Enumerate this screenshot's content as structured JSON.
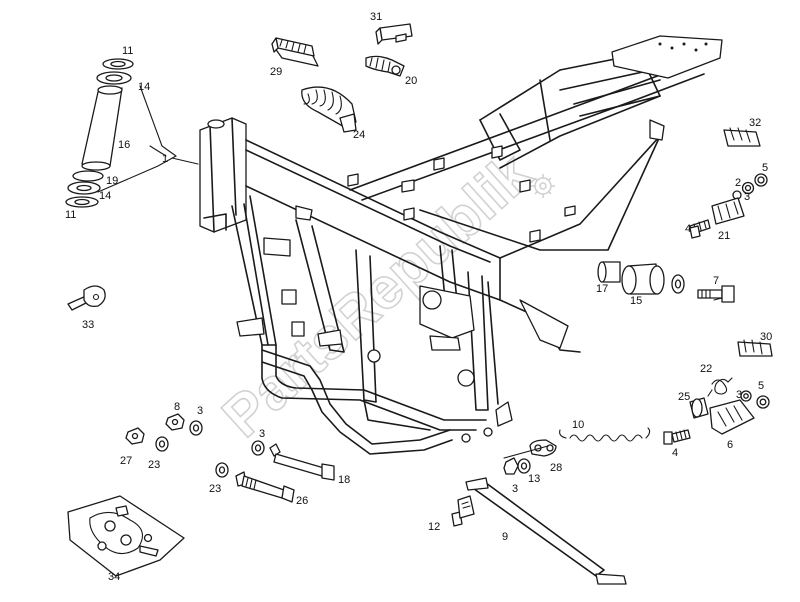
{
  "diagram": {
    "watermark": "PartsRepublik",
    "callouts": [
      {
        "id": "c31",
        "text": "31"
      },
      {
        "id": "c29",
        "text": "29"
      },
      {
        "id": "c20",
        "text": "20"
      },
      {
        "id": "c24",
        "text": "24"
      },
      {
        "id": "c11a",
        "text": "11"
      },
      {
        "id": "c14a",
        "text": "14"
      },
      {
        "id": "c16",
        "text": "16"
      },
      {
        "id": "c1",
        "text": "1"
      },
      {
        "id": "c19",
        "text": "19"
      },
      {
        "id": "c14b",
        "text": "14"
      },
      {
        "id": "c11b",
        "text": "11"
      },
      {
        "id": "c33",
        "text": "33"
      },
      {
        "id": "c32",
        "text": "32"
      },
      {
        "id": "c5a",
        "text": "5"
      },
      {
        "id": "c2",
        "text": "2"
      },
      {
        "id": "c3a",
        "text": "3"
      },
      {
        "id": "c4a",
        "text": "4"
      },
      {
        "id": "c21",
        "text": "21"
      },
      {
        "id": "c17",
        "text": "17"
      },
      {
        "id": "c15",
        "text": "15"
      },
      {
        "id": "c7",
        "text": "7"
      },
      {
        "id": "c30",
        "text": "30"
      },
      {
        "id": "c22",
        "text": "22"
      },
      {
        "id": "c25",
        "text": "25"
      },
      {
        "id": "c3b",
        "text": "3"
      },
      {
        "id": "c5b",
        "text": "5"
      },
      {
        "id": "c4b",
        "text": "4"
      },
      {
        "id": "c6",
        "text": "6"
      },
      {
        "id": "c8",
        "text": "8"
      },
      {
        "id": "c3c",
        "text": "3"
      },
      {
        "id": "c27",
        "text": "27"
      },
      {
        "id": "c23a",
        "text": "23"
      },
      {
        "id": "c3d",
        "text": "3"
      },
      {
        "id": "c18",
        "text": "18"
      },
      {
        "id": "c23b",
        "text": "23"
      },
      {
        "id": "c26",
        "text": "26"
      },
      {
        "id": "c10",
        "text": "10"
      },
      {
        "id": "c28",
        "text": "28"
      },
      {
        "id": "c13",
        "text": "13"
      },
      {
        "id": "c3e",
        "text": "3"
      },
      {
        "id": "c12",
        "text": "12"
      },
      {
        "id": "c9",
        "text": "9"
      },
      {
        "id": "c34",
        "text": "34"
      }
    ]
  }
}
